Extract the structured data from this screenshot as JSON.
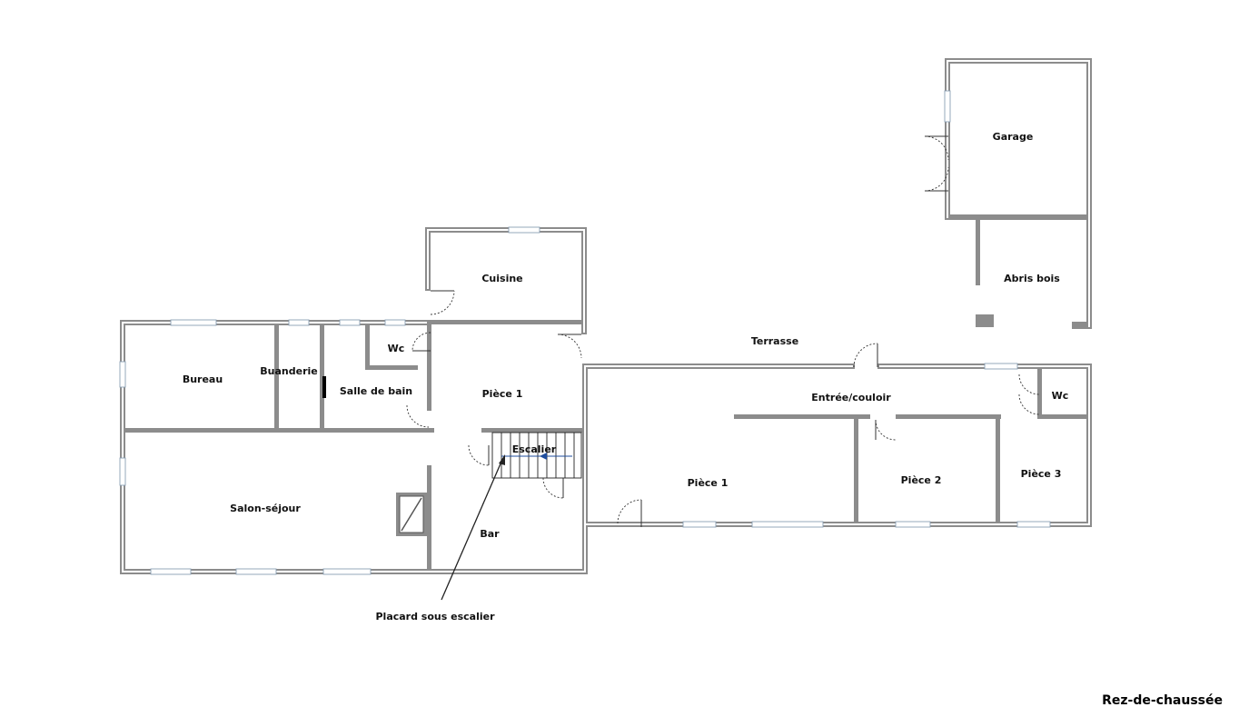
{
  "title": "Rez-de-chaussée",
  "rooms": {
    "bureau": "Bureau",
    "buanderie": "Buanderie",
    "salle_de_bain": "Salle de bain",
    "wc_left": "Wc",
    "cuisine": "Cuisine",
    "piece1_left": "Pièce 1",
    "escalier": "Escalier",
    "salon": "Salon-séjour",
    "bar": "Bar",
    "terrasse": "Terrasse",
    "entree": "Entrée/couloir",
    "piece1_right": "Pièce 1",
    "piece2": "Pièce 2",
    "piece3": "Pièce 3",
    "wc_right": "Wc",
    "garage": "Garage",
    "abris": "Abris bois"
  },
  "annotation": "Placard sous escalier",
  "colors": {
    "wall": "#8c8c8c",
    "window": "#8a9fb4",
    "arrow": "#1f4e9e"
  }
}
